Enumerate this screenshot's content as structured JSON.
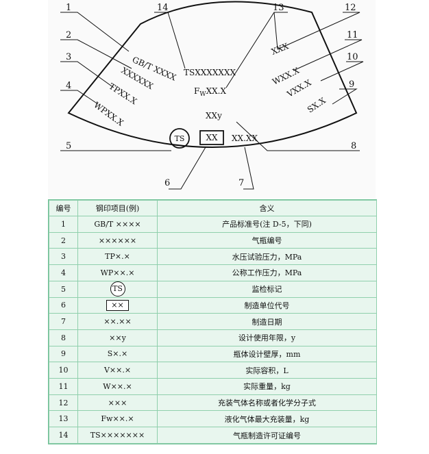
{
  "diagram": {
    "callouts": [
      "1",
      "2",
      "3",
      "4",
      "5",
      "6",
      "7",
      "8",
      "9",
      "10",
      "11",
      "12",
      "13",
      "14"
    ],
    "marks": {
      "gbt": "GB/T XXXX",
      "ts_code": "TSXXXXXXX",
      "serial": "XXXXXX",
      "tp": "TPXX.X",
      "wp": "WPXX.X",
      "ts_logo": "TS",
      "maker_box": "XX",
      "date": "XX.XX",
      "years": "XXy",
      "fw_prefix": "F",
      "fw_sub": "W",
      "fw_val": "XX.X",
      "gas": "XXX",
      "weight": "WXX.X",
      "volume": "VXX.X",
      "thickness": "SX.X"
    }
  },
  "table": {
    "headers": [
      "编号",
      "钢印项目(例)",
      "含义"
    ],
    "rows": [
      {
        "no": "1",
        "mark": "GB/T ××××",
        "meaning": "产品标准号(注 D-5，下同)",
        "style": "plain"
      },
      {
        "no": "2",
        "mark": "××××××",
        "meaning": "气瓶编号",
        "style": "plain"
      },
      {
        "no": "3",
        "mark": "TP×.×",
        "meaning": "水压试验压力，MPa",
        "style": "plain"
      },
      {
        "no": "4",
        "mark": "WP××.×",
        "meaning": "公称工作压力，MPa",
        "style": "plain"
      },
      {
        "no": "5",
        "mark": "TS",
        "meaning": "监检标记",
        "style": "circled"
      },
      {
        "no": "6",
        "mark": "××",
        "meaning": "制造单位代号",
        "style": "boxed"
      },
      {
        "no": "7",
        "mark": "××.××",
        "meaning": "制造日期",
        "style": "plain"
      },
      {
        "no": "8",
        "mark": "××y",
        "meaning": "设计使用年限，y",
        "style": "plain"
      },
      {
        "no": "9",
        "mark": "S×.×",
        "meaning": "瓶体设计壁厚，mm",
        "style": "plain"
      },
      {
        "no": "10",
        "mark": "V××.×",
        "meaning": "实际容积，L",
        "style": "plain"
      },
      {
        "no": "11",
        "mark": "W××.×",
        "meaning": "实际重量，kg",
        "style": "plain"
      },
      {
        "no": "12",
        "mark": "×××",
        "meaning": "充装气体名称或者化学分子式",
        "style": "plain"
      },
      {
        "no": "13",
        "mark": "Fw××.×",
        "meaning": "液化气体最大充装量，kg",
        "style": "plain"
      },
      {
        "no": "14",
        "mark": "TS×××××××",
        "meaning": "气瓶制造许可证编号",
        "style": "plain"
      }
    ]
  }
}
